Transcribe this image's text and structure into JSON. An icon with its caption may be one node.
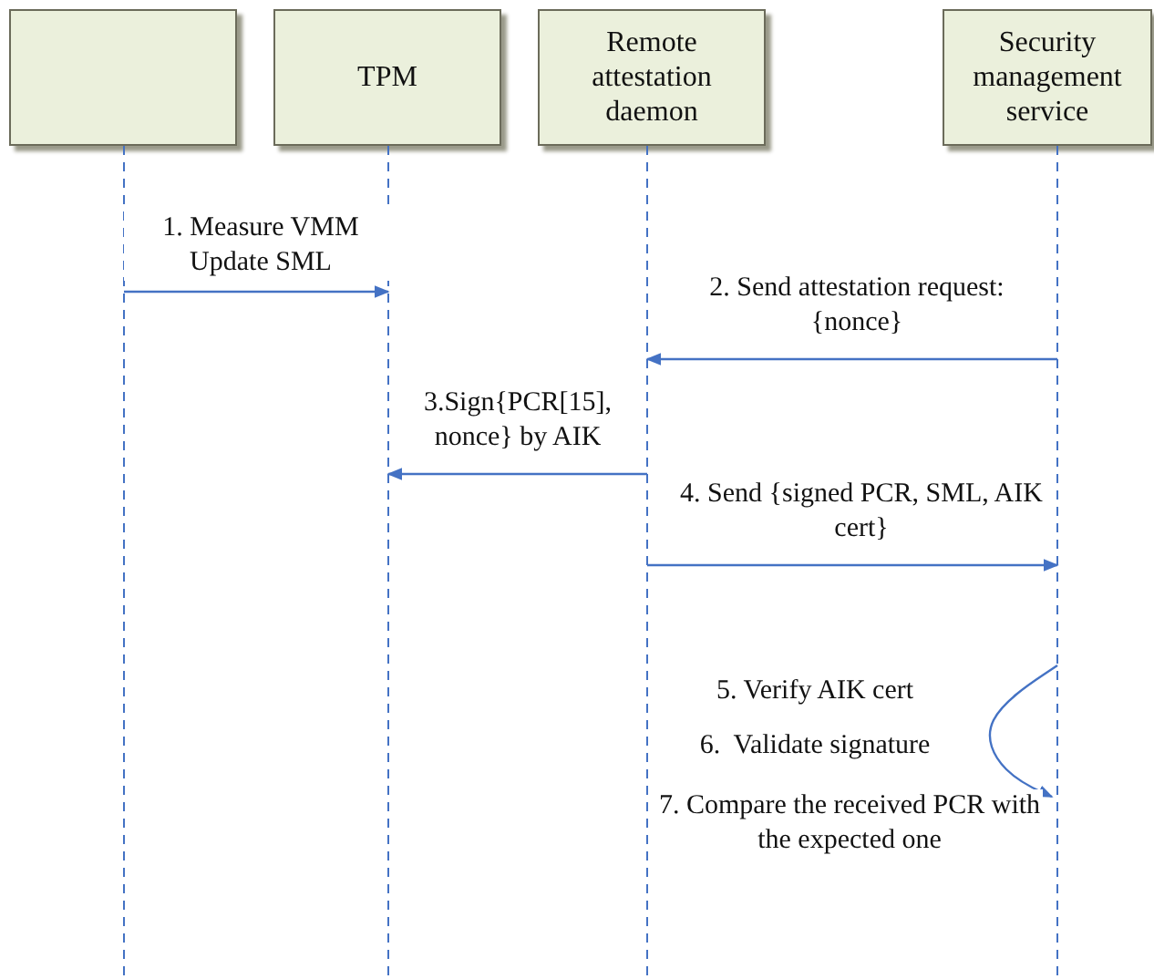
{
  "diagram": {
    "nodes": [
      {
        "text": [],
        "shape": "box"
      },
      {
        "text": [
          "TPM"
        ]
      },
      {
        "text": [
          "Remote attestation daemon"
        ]
      },
      {
        "text": [
          "Security management service"
        ]
      }
    ],
    "edges": [
      {
        "from": 0,
        "to": 1,
        "arrow": "to",
        "label": "1. Measure VMM Update SML"
      },
      {
        "from": 3,
        "to": 2,
        "arrow": "to",
        "label": "2. Send attestation request: {nonce}"
      },
      {
        "from": 2,
        "to": 1,
        "arrow": "to",
        "label": "3.Sign{PCR[15], nonce} by AIK"
      },
      {
        "from": 2,
        "to": 3,
        "arrow": "to",
        "label": "4. Send {signed PCR, SML, AIK cert}"
      },
      {
        "from": 3,
        "to": 3,
        "arrow": "to"
      }
    ],
    "labels": [
      "5. Verify AIK cert",
      "6.  Validate signature",
      "7. Compare the received PCR with the expected one"
    ]
  }
}
